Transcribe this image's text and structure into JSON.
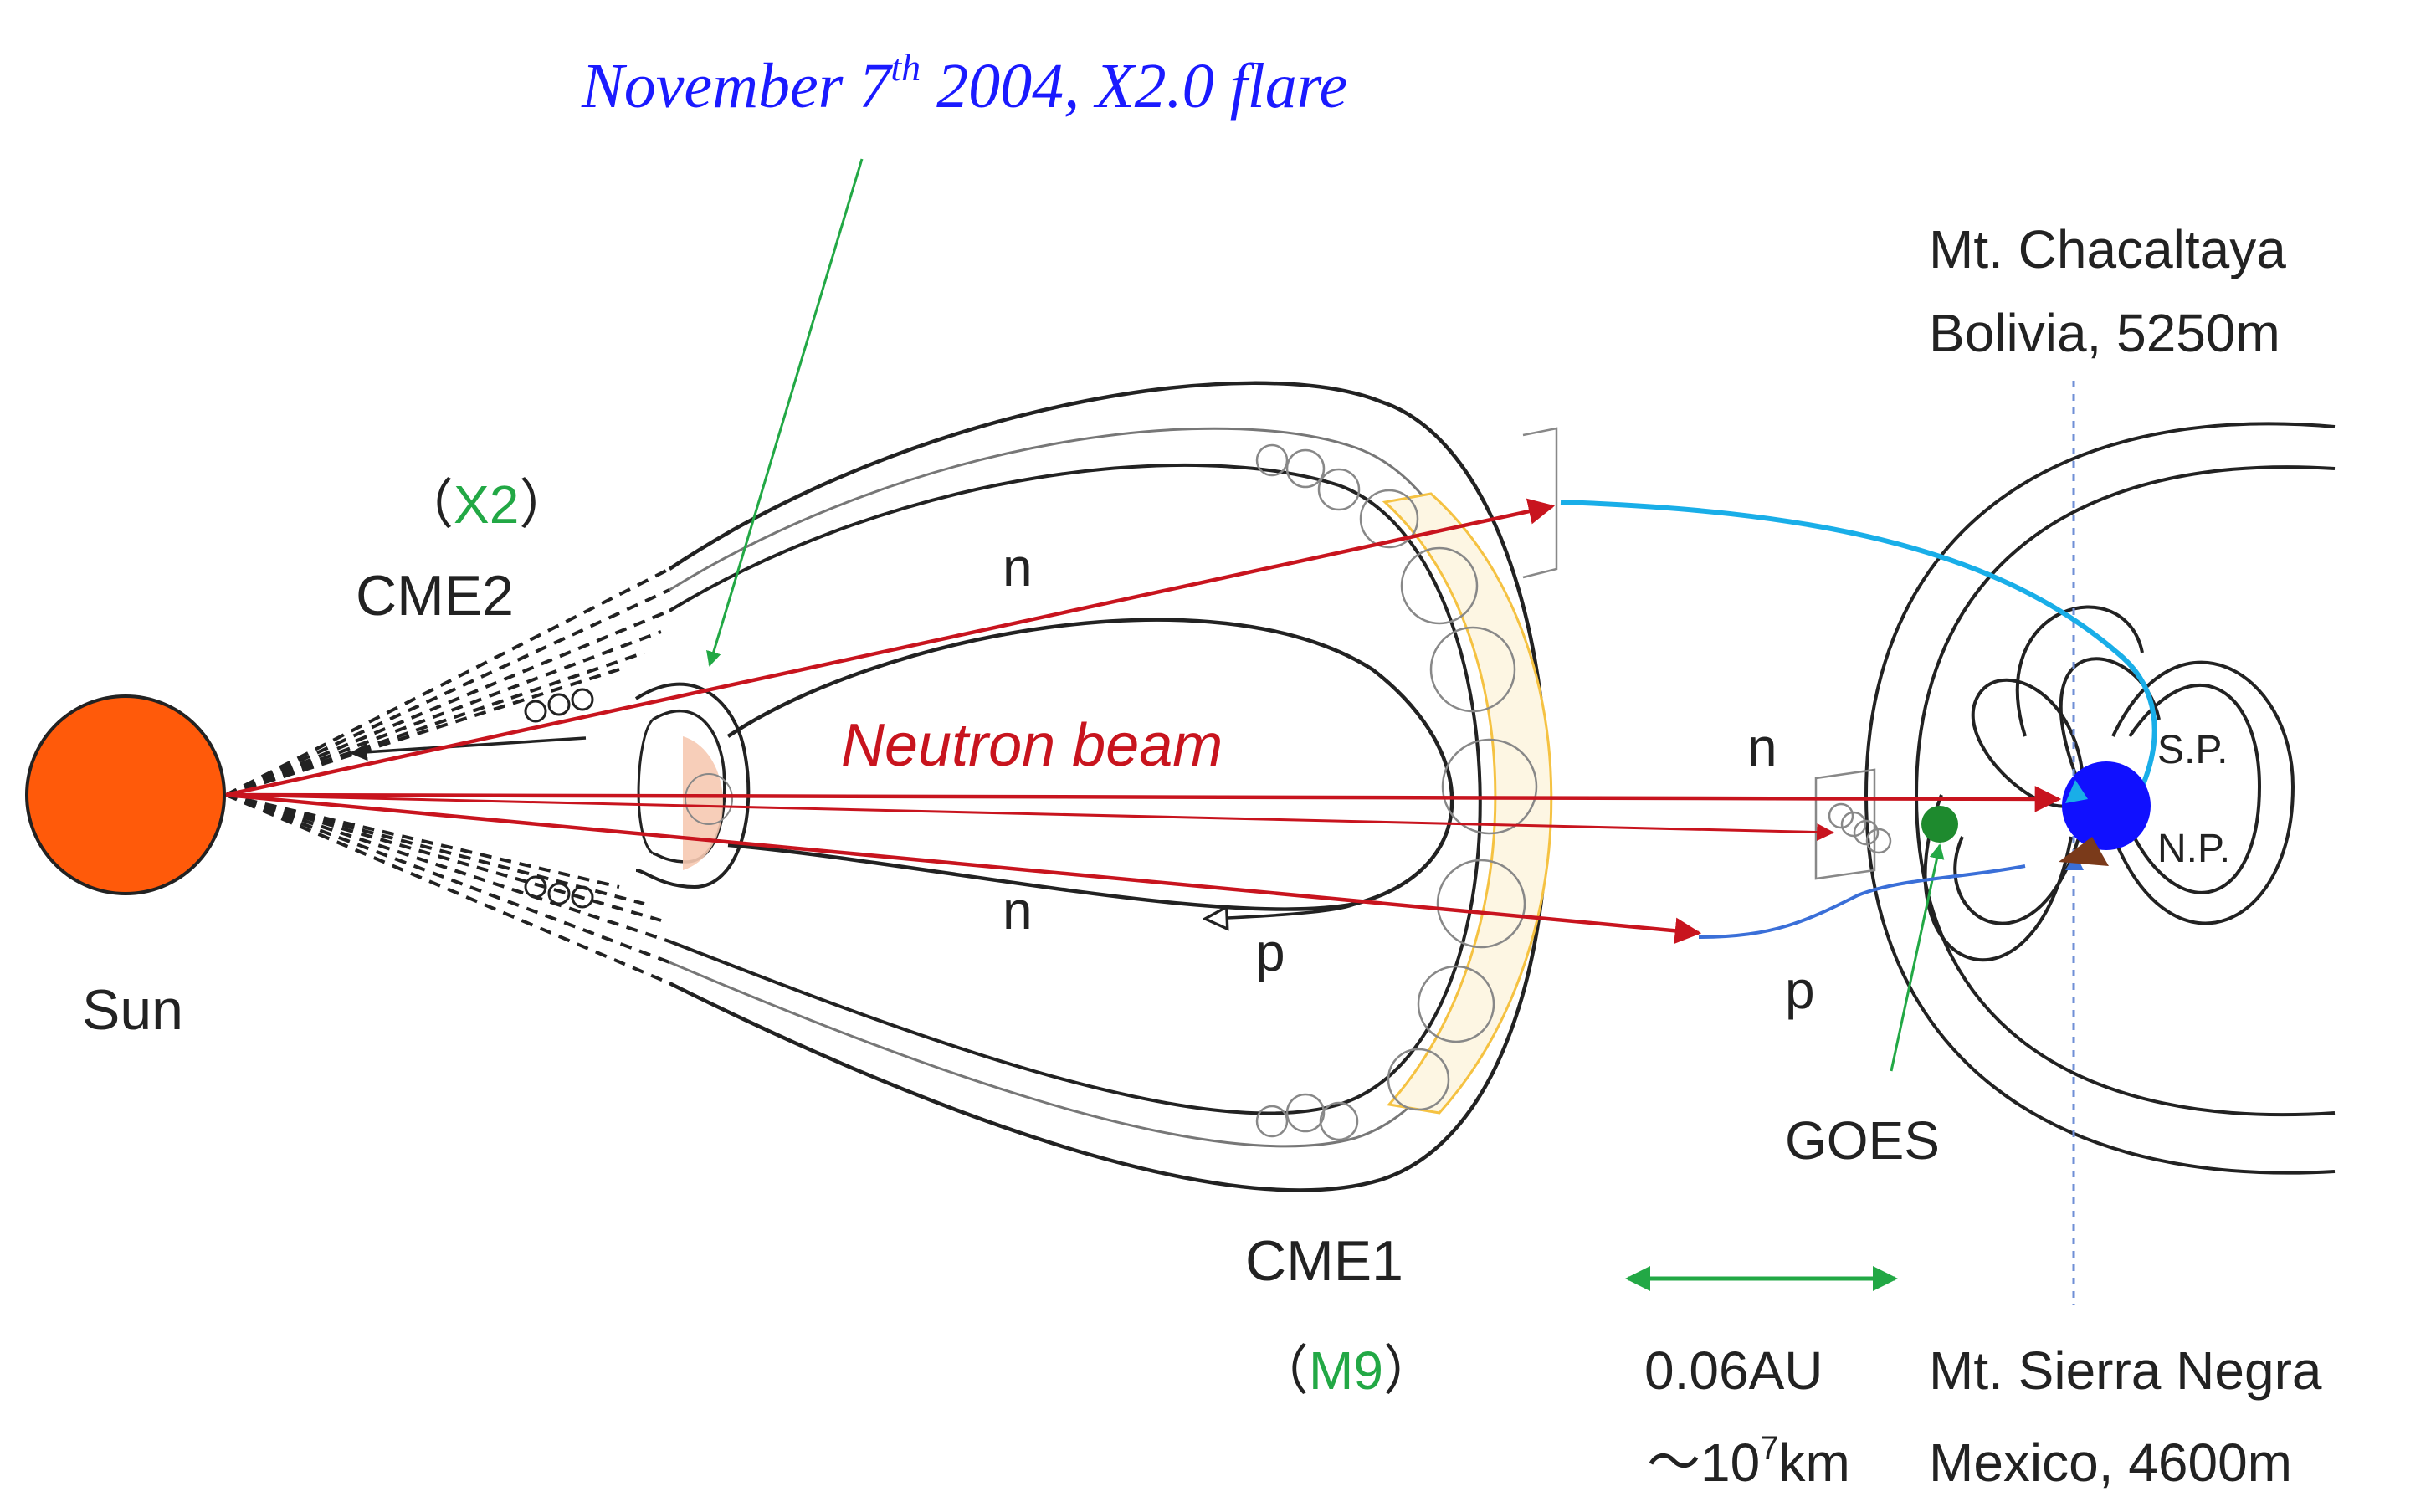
{
  "title": {
    "prefix": "November 7",
    "sup": "th",
    "suffix": " 2004,  X2.0 flare",
    "color": "#1a1aff"
  },
  "labels": {
    "sun": "Sun",
    "cme2_paren_open": "（",
    "cme2_class": "X2",
    "cme2_paren_close": "）",
    "cme2": "CME2",
    "cme1": "CME1",
    "cme1_paren_open": "（",
    "cme1_class": "M9",
    "cme1_paren_close": "）",
    "neutron_beam": "Neutron beam",
    "n_upper": "n",
    "n_lower": "n",
    "n_right": "n",
    "p_inner": "p",
    "p_right": "p",
    "goes": "GOES",
    "sp": "S.P.",
    "np": "N.P.",
    "chacaltaya_line1": "Mt. Chacaltaya",
    "chacaltaya_line2": "Bolivia, 5250m",
    "sierra_line1": "Mt. Sierra Negra",
    "sierra_line2": "Mexico, 4600m",
    "distance_au": "0.06AU",
    "distance_km_prefix": "～10",
    "distance_km_sup": "7",
    "distance_km_suffix": "km"
  },
  "colors": {
    "sun": "#ff5a0a",
    "neutron_arrow": "#c8141e",
    "class_green": "#22a845",
    "blue_line": "#19aee8",
    "proton_line": "#3a6fd8",
    "earth": "#1010ff",
    "flux_rope_fill": "#fdf6e3",
    "flux_rope_edge": "#f5c242",
    "cme2_core": "#f6c9b1",
    "goes_sat": "#1e8a2e",
    "magnet_arrow": "#7a3a1a"
  }
}
